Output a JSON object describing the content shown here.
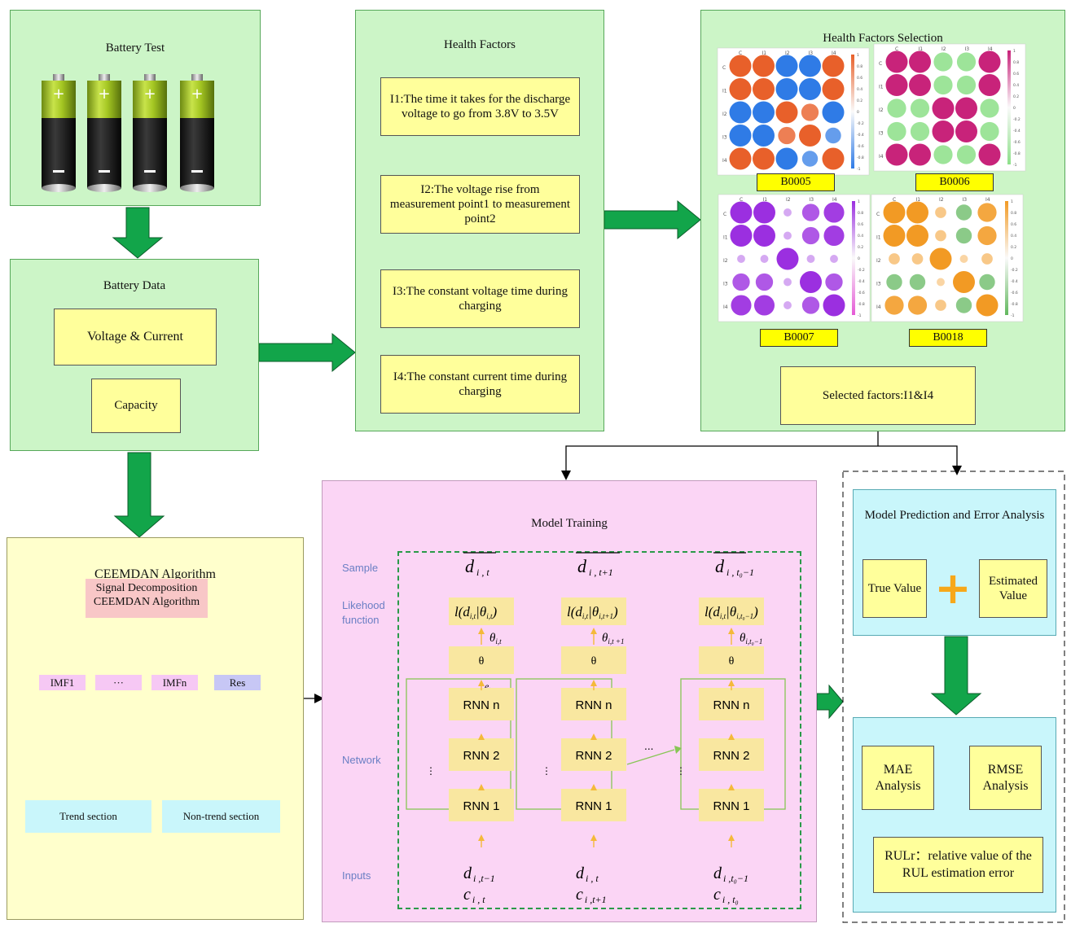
{
  "battery_test": {
    "title": "Battery Test"
  },
  "battery_data": {
    "title": "Battery Data",
    "voltage_current": "Voltage & Current",
    "capacity": "Capacity"
  },
  "health_factors": {
    "title": "Health Factors",
    "i1": "I1:The time it takes for the discharge voltage to go from 3.8V to 3.5V",
    "i2": "I2:The voltage rise from measurement point1 to measurement point2",
    "i3": "I3:The constant voltage time during charging",
    "i4": "I4:The constant current time during charging"
  },
  "selection": {
    "title": "Health Factors Selection",
    "batteries": [
      "B0005",
      "B0006",
      "B0007",
      "B0018"
    ],
    "selected": "Selected factors:I1&I4",
    "heatmap_colors": [
      "#e8602a",
      "#c8237a",
      "#9b2fe0",
      "#f29a24"
    ],
    "heatmap_neg_colors": [
      "#2f7be6",
      "#8ee08a",
      "#e55ad6",
      "#62b85e"
    ],
    "tick_labels": [
      "C",
      "I1",
      "I2",
      "I3",
      "I4"
    ],
    "colorbar_ticks": [
      "1",
      "0.8",
      "0.6",
      "0.4",
      "0.2",
      "0",
      "-0.2",
      "-0.4",
      "-0.6",
      "-0.8",
      "-1"
    ]
  },
  "ceemdan": {
    "title": "CEEMDAN Algorithm",
    "signal_decomposition": "Signal Decomposition",
    "signal_algorithm": "CEEMDAN Algorithm",
    "imfs": [
      "IMF1",
      "···",
      "IMFn",
      "Res"
    ],
    "trend": "Trend section",
    "non_trend": "Non-trend section"
  },
  "model_training": {
    "title": "Model Training",
    "row_labels": {
      "sample": "Sample",
      "likelihood_1": "Likehood",
      "likelihood_2": "function",
      "network": "Network",
      "inputs": "Inputs"
    },
    "theta": "θ",
    "rnn_labels": [
      "RNN n",
      "RNN 2",
      "RNN 1"
    ],
    "vdots": "⋮",
    "ellipsis": "...",
    "columns": [
      {
        "sample": "d",
        "sample_sub": "i , t",
        "lik": "l(d",
        "lik_sub1": "i,t",
        "lik_mid": "|θ",
        "lik_sub2": "i,t",
        "lik_end": ")",
        "theta_lbl": "θ",
        "theta_sub": "i,t",
        "e_lbl": "e",
        "e_sub": "t",
        "in1": "d",
        "in1_sub": "i ,t−1",
        "in2": "c",
        "in2_sub": "i , t"
      },
      {
        "sample": "d",
        "sample_sub": "i , t+1",
        "lik": "l(d",
        "lik_sub1": "i,t",
        "lik_mid": "|θ",
        "lik_sub2": "i,t+1",
        "lik_end": ")",
        "theta_lbl": "θ",
        "theta_sub": "i,t +1",
        "e_lbl": "",
        "e_sub": "",
        "in1": "d",
        "in1_sub": "i , t",
        "in2": "c",
        "in2_sub": "i ,t+1"
      },
      {
        "sample": "d",
        "sample_sub": "i , t₀−1",
        "lik": "l(d",
        "lik_sub1": "i,t",
        "lik_mid": "|θ",
        "lik_sub2": "i,t₀−1",
        "lik_end": ")",
        "theta_lbl": "θ",
        "theta_sub": "i,t₀−1",
        "e_lbl": "",
        "e_sub": "",
        "in1": "d",
        "in1_sub": "i ,t₀−1",
        "in2": "c",
        "in2_sub": "i , t₀"
      }
    ]
  },
  "prediction": {
    "title": "Model Prediction and Error Analysis",
    "true_value": "True Value",
    "plus": "+",
    "estimated": "Estimated Value",
    "mae": "MAE Analysis",
    "rmse": "RMSE Analysis",
    "rulr": "RULr：relative value of the RUL estimation error"
  }
}
